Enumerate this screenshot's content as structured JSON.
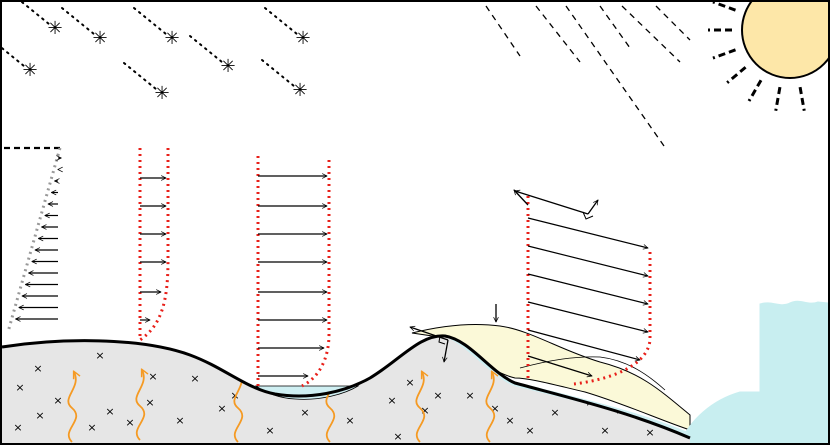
{
  "diagram": {
    "kind": "schematic",
    "text_labels": [],
    "elements": [
      "snow-flakes",
      "rain-streaks",
      "sun",
      "wind-profile-linear",
      "wind-profile-log",
      "wind-profile-uniform",
      "wind-profile-slope",
      "ground-terrain",
      "geothermal-heat-arrows",
      "meltwater-pond",
      "snow-layer",
      "lake-water"
    ],
    "colors": {
      "ground_fill": "#e6e6e6",
      "profile_dots": "#e8201a",
      "linear_profile_dots": "#999999",
      "heat_arrows": "#f59a23",
      "pond_water": "#cfeff2",
      "lake_water": "#c8eef0",
      "snow_layer": "#fbf9d8",
      "sun_fill": "#fde7a8",
      "ink": "#000000"
    }
  }
}
